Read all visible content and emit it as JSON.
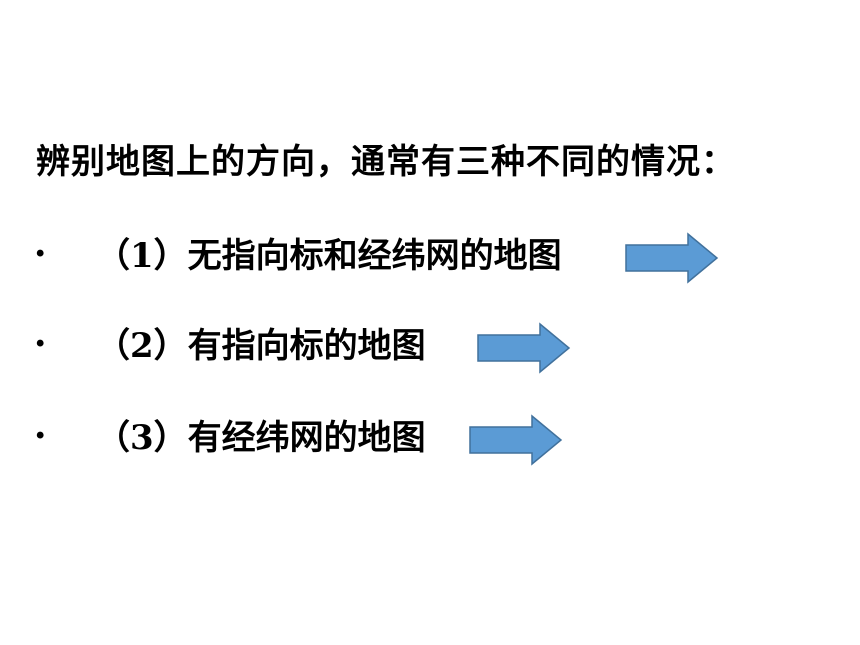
{
  "heading": "辨别地图上的方向，通常有三种不同的情况：",
  "bullet_glyph": "•",
  "items": [
    {
      "label": "（1）无指向标和经纬网的地图",
      "icon": "arrow-right-icon"
    },
    {
      "label": "（2）有指向标的地图",
      "icon": "arrow-right-icon"
    },
    {
      "label": "（3）有经纬网的地图",
      "icon": "arrow-right-icon"
    }
  ],
  "colors": {
    "arrow_fill": "#5b9bd5",
    "arrow_stroke": "#41719c",
    "text": "#000000",
    "background": "#ffffff"
  }
}
